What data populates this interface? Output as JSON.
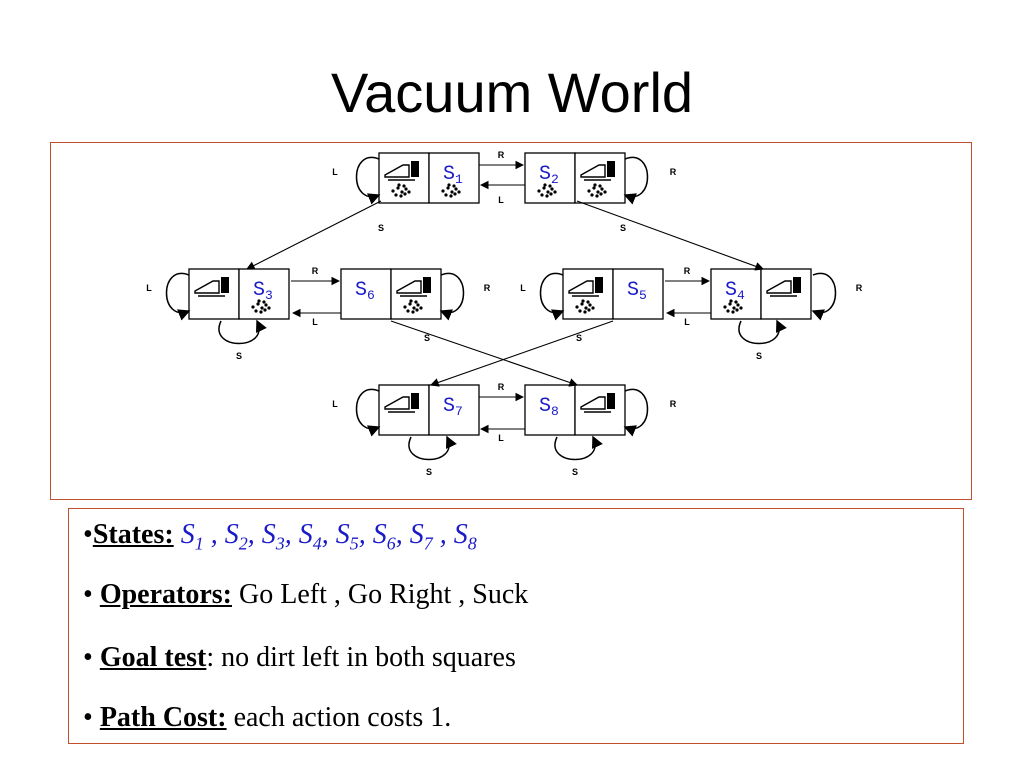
{
  "title": "Vacuum World",
  "diagram": {
    "states": [
      {
        "base": "S",
        "sub": "1"
      },
      {
        "base": "S",
        "sub": "2"
      },
      {
        "base": "S",
        "sub": "3"
      },
      {
        "base": "S",
        "sub": "4"
      },
      {
        "base": "S",
        "sub": "5"
      },
      {
        "base": "S",
        "sub": "6"
      },
      {
        "base": "S",
        "sub": "7"
      },
      {
        "base": "S",
        "sub": "8"
      }
    ],
    "action_labels": {
      "left": "L",
      "right": "R",
      "suck": "S"
    },
    "colors": {
      "state_label": "#1a1ac8",
      "border": "#c0502a",
      "line": "#000000"
    }
  },
  "bullets": {
    "states": {
      "bullet": "•",
      "label": "States:",
      "items": [
        {
          "base": "S",
          "sub": "1",
          "sep": " , "
        },
        {
          "base": "S",
          "sub": "2",
          "sep": ", "
        },
        {
          "base": "S",
          "sub": "3",
          "sep": ", "
        },
        {
          "base": "S",
          "sub": "4",
          "sep": ", "
        },
        {
          "base": "S",
          "sub": "5",
          "sep": ", "
        },
        {
          "base": "S",
          "sub": "6",
          "sep": ", "
        },
        {
          "base": "S",
          "sub": "7",
          "sep": " , "
        },
        {
          "base": "S",
          "sub": "8",
          "sep": ""
        }
      ]
    },
    "operators": {
      "bullet": "•",
      "label": "Operators:",
      "text": " Go Left , Go Right , Suck"
    },
    "goal_test": {
      "bullet": "•",
      "label": "Goal test",
      "text": ": no dirt left in both squares"
    },
    "path_cost": {
      "bullet": "•",
      "label": "Path Cost:",
      "text": " each action costs 1."
    }
  }
}
